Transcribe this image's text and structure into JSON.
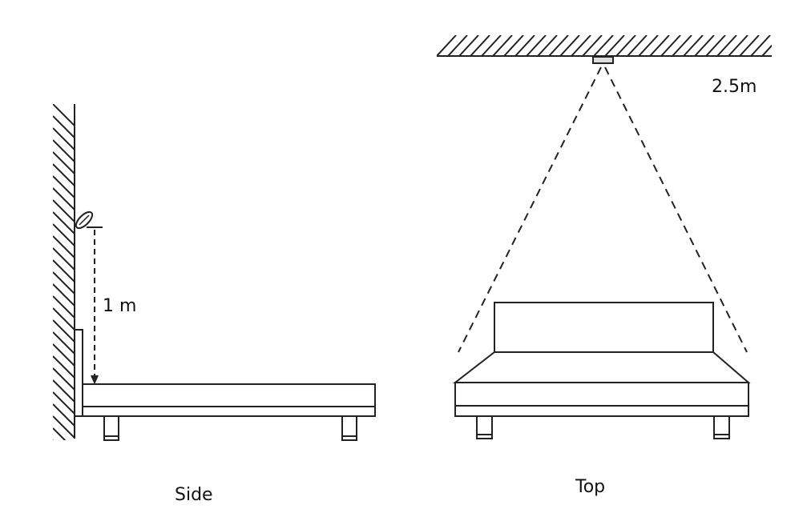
{
  "side_view": {
    "caption": "Side",
    "height_label": "1 m"
  },
  "top_view": {
    "caption": "Top",
    "height_label": "2.5m"
  },
  "colors": {
    "line": "#222222",
    "background": "#ffffff"
  }
}
